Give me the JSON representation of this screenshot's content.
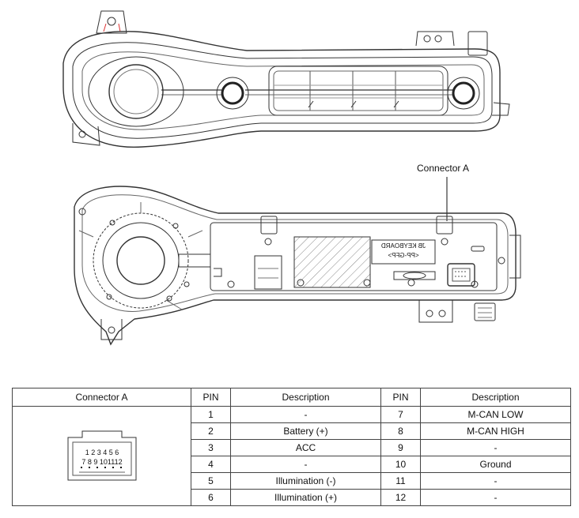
{
  "callout": {
    "label": "Connector A"
  },
  "part_markings": {
    "line1": "JB KEYBOARD",
    "line2": "<PP-GFP>"
  },
  "table": {
    "headers": [
      "Connector A",
      "PIN",
      "Description",
      "PIN",
      "Description"
    ],
    "rows": [
      {
        "pin_a": "1",
        "desc_a": "-",
        "pin_b": "7",
        "desc_b": "M-CAN LOW"
      },
      {
        "pin_a": "2",
        "desc_a": "Battery (+)",
        "pin_b": "8",
        "desc_b": "M-CAN HIGH"
      },
      {
        "pin_a": "3",
        "desc_a": "ACC",
        "pin_b": "9",
        "desc_b": "-"
      },
      {
        "pin_a": "4",
        "desc_a": "-",
        "pin_b": "10",
        "desc_b": "Ground"
      },
      {
        "pin_a": "5",
        "desc_a": "Illumination (-)",
        "pin_b": "11",
        "desc_b": "-"
      },
      {
        "pin_a": "6",
        "desc_a": "Illumination (+)",
        "pin_b": "12",
        "desc_b": "-"
      }
    ],
    "connector_numbers": {
      "top": "1 2 3 4 5 6",
      "bottom": "7 8 9 101112"
    }
  }
}
